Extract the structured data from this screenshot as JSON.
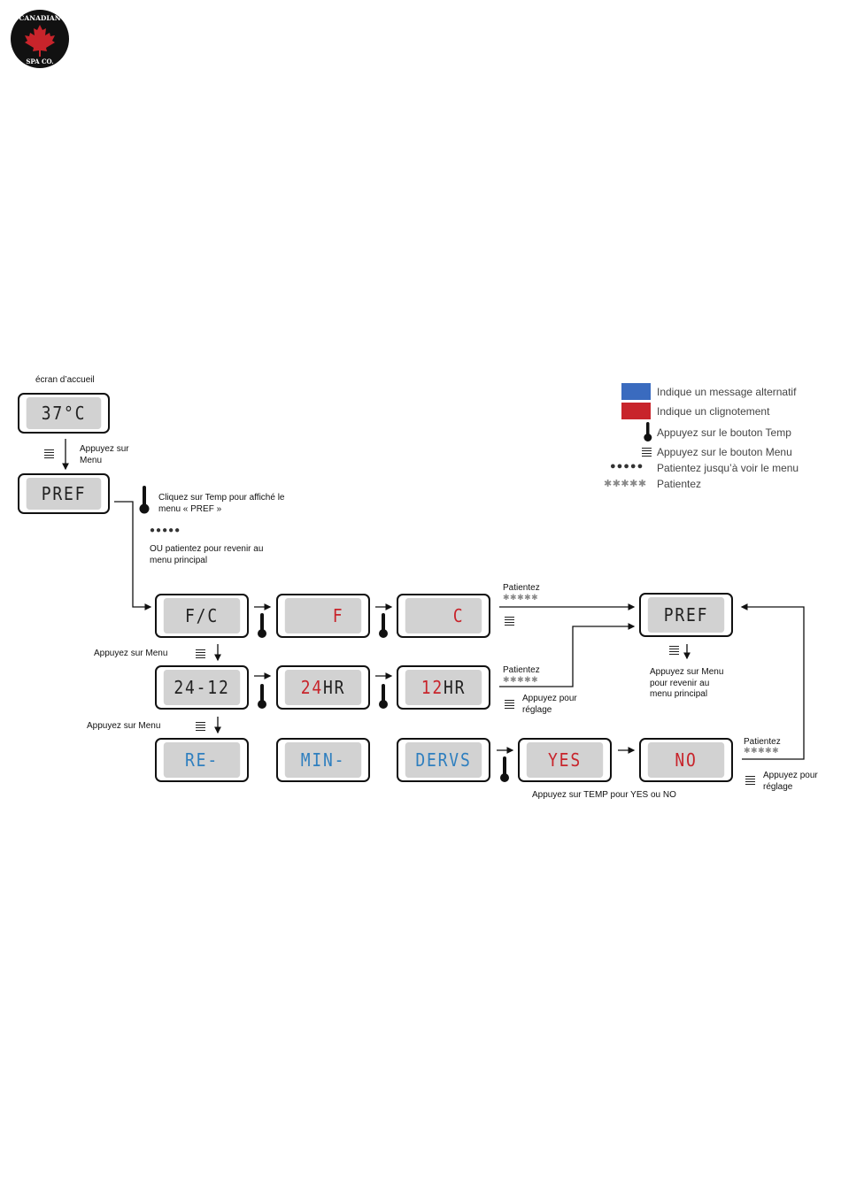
{
  "logo": {
    "top": "CANADIAN",
    "bottom": "SPA CO."
  },
  "labels": {
    "home_screen": "écran d’accueil",
    "press_menu_1": "Appuyez sur Menu",
    "click_temp_pref": "Cliquez sur Temp pour affiché le menu « PREF »",
    "or_wait": "OU patientez pour revenir au menu principal",
    "press_menu_2": "Appuyez sur Menu",
    "press_menu_3": "Appuyez sur Menu",
    "patientez_1": "Patientez",
    "patientez_2": "Patientez",
    "patientez_3": "Patientez",
    "press_for_setting_1": "Appuyez pour réglage",
    "press_for_setting_2": "Appuyez pour réglage",
    "press_menu_return": "Appuyez sur Menu pour revenir au menu principal",
    "press_temp_yes_no": "Appuyez sur TEMP pour YES ou NO"
  },
  "screens": {
    "home": "37°C",
    "pref1": "PREF",
    "fc": "F/C",
    "f": "F",
    "c": "C",
    "pref2": "PREF",
    "t2412": "24-12",
    "hr24_a": "24",
    "hr24_b": "HR",
    "hr12_a": "12",
    "hr12_b": "HR",
    "re": "RE-",
    "min": "MIN-",
    "dervs": "DERVS",
    "yes": "YES",
    "no": "NO"
  },
  "legend": {
    "alt_message": "Indique un message alternatif",
    "blinking": "Indique un clignotement",
    "press_temp": "Appuyez sur le bouton Temp",
    "press_menu": "Appuyez sur le bouton Menu",
    "wait_until_menu": "Patientez jusqu’à voir le menu",
    "wait": "Patientez"
  },
  "symbols": {
    "dots": "●●●●●",
    "stars": "✱✱✱✱✱"
  },
  "colors": {
    "alt_message": "#3a6bbf",
    "blinking": "#c8242b",
    "screen_bg": "#d2d2d2"
  }
}
